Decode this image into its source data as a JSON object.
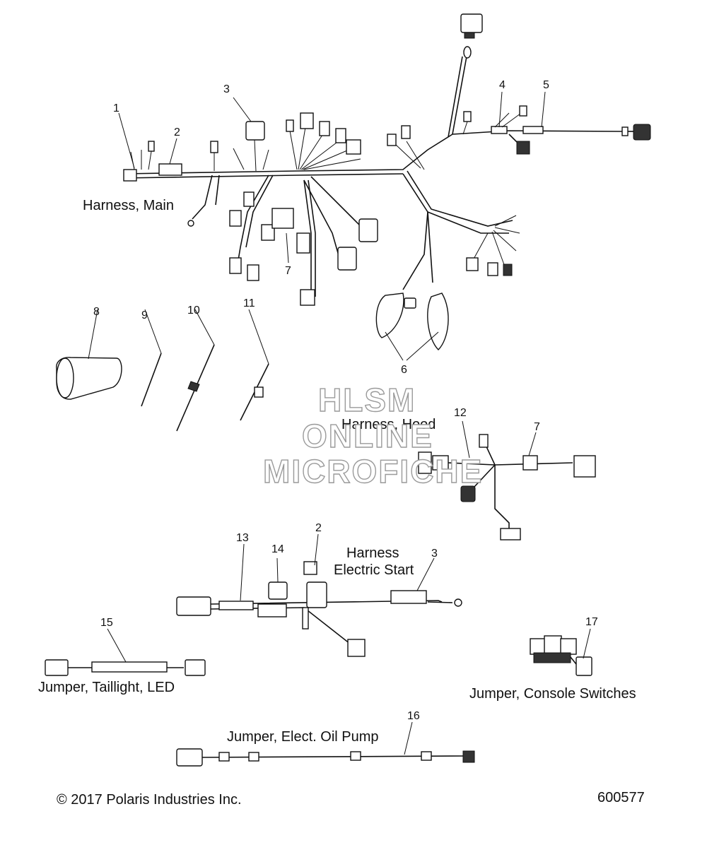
{
  "labels": {
    "harness_main": "Harness, Main",
    "harness_hood": "Harness, Hood",
    "harness_electric_start_1": "Harness",
    "harness_electric_start_2": "Electric Start",
    "jumper_taillight": "Jumper, Taillight, LED",
    "jumper_console": "Jumper, Console Switches",
    "jumper_oil_pump": "Jumper, Elect. Oil Pump"
  },
  "callouts": {
    "c1": "1",
    "c2": "2",
    "c3": "3",
    "c4": "4",
    "c5": "5",
    "c6": "6",
    "c7": "7",
    "c8": "8",
    "c9": "9",
    "c10": "10",
    "c11": "11",
    "c12": "12",
    "c7b": "7",
    "c2b": "2",
    "c3b": "3",
    "c13": "13",
    "c14": "14",
    "c15": "15",
    "c16": "16",
    "c17": "17"
  },
  "watermark": {
    "line1": "HLSM",
    "line2": "ONLINE",
    "line3": "MICROFICHE"
  },
  "footer": {
    "copyright": "© 2017 Polaris Industries Inc.",
    "figure_number": "600577"
  }
}
